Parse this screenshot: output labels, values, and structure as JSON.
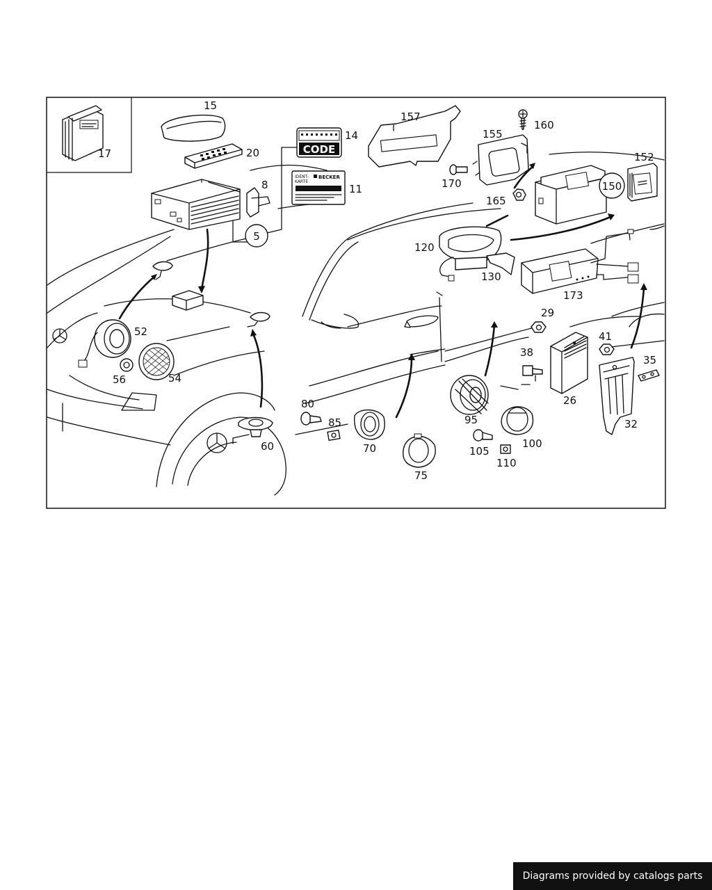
{
  "diagram": {
    "callouts": {
      "p15": "15",
      "p20": "20",
      "p17": "17",
      "p14": "14",
      "p11": "11",
      "p8": "8",
      "p5": "5",
      "p157": "157",
      "p155": "155",
      "p160": "160",
      "p170": "170",
      "p165": "165",
      "p152": "152",
      "p150": "150",
      "p120": "120",
      "p130": "130",
      "p173": "173",
      "p52": "52",
      "p56": "56",
      "p54": "54",
      "p60": "60",
      "p80": "80",
      "p85": "85",
      "p70": "70",
      "p75": "75",
      "p95": "95",
      "p105": "105",
      "p110": "110",
      "p100": "100",
      "p29": "29",
      "p38": "38",
      "p26": "26",
      "p41": "41",
      "p35": "35",
      "p32": "32"
    },
    "code_card_text": "CODE",
    "ident_card_lines": [
      "IDENT-",
      "KARTE"
    ],
    "ident_card_brand": "BECKER"
  },
  "footer": {
    "credit": "Diagrams provided by catalogs parts"
  },
  "colors": {
    "ink": "#111111",
    "paper": "#ffffff",
    "credit_bg": "#111111",
    "credit_text": "#ffffff"
  }
}
